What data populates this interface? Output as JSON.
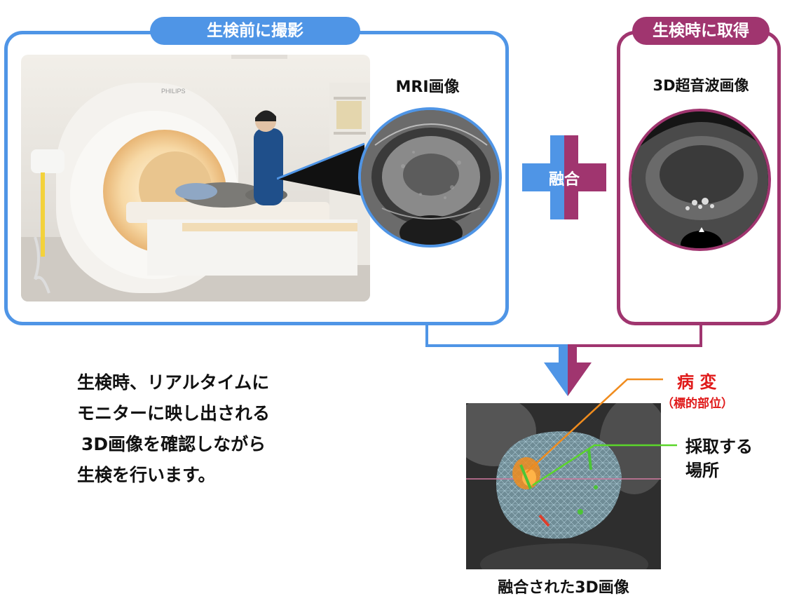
{
  "panels": {
    "before": {
      "label": "生検前に撮影",
      "image_caption": "MRI画像"
    },
    "during": {
      "label": "生検時に取得",
      "image_caption": "3D超音波画像"
    }
  },
  "fusion_label": "融合",
  "photo": {
    "scanner_brand": "PHILIPS"
  },
  "description": {
    "lines": [
      "生検時、リアルタイムに",
      "モニターに映し出される",
      "3D画像を確認しながら",
      "生検を行います。"
    ]
  },
  "result": {
    "caption": "融合された3D画像",
    "lesion_label": "病 変",
    "lesion_sublabel": "（標的部位）",
    "sample_label_line1": "採取する",
    "sample_label_line2": "場所"
  },
  "colors": {
    "blue": "#4f95e6",
    "purple": "#a0356f",
    "lesion_red": "#e01a1a",
    "lesion_line": "#f08c1e",
    "sample_line": "#5bd62a"
  }
}
